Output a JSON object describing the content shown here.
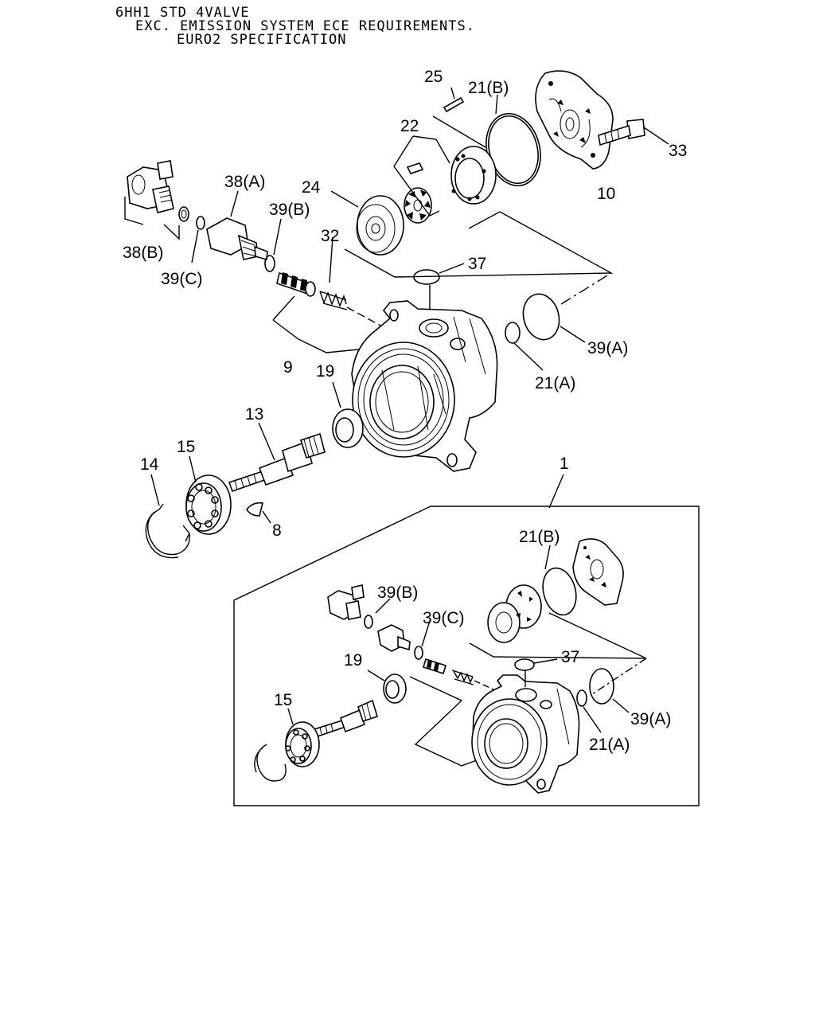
{
  "header": {
    "line1": "6HH1 STD 4VALVE",
    "line2": "EXC. EMISSION SYSTEM ECE REQUIREMENTS.",
    "line3": "EURO2 SPECIFICATION"
  },
  "callouts": {
    "p25": "25",
    "p21b_top": "21(B)",
    "p22": "22",
    "p33": "33",
    "p10": "10",
    "p38a": "38(A)",
    "p24": "24",
    "p39b_top": "39(B)",
    "p32": "32",
    "p38b": "38(B)",
    "p39c_top": "39(C)",
    "p37_top": "37",
    "p39a_top": "39(A)",
    "p21a_top": "21(A)",
    "p9": "9",
    "p19_top": "19",
    "p13": "13",
    "p15_top": "15",
    "p14": "14",
    "p8": "8",
    "p1": "1",
    "p21b_kit": "21(B)",
    "p39b_kit": "39(B)",
    "p39c_kit": "39(C)",
    "p37_kit": "37",
    "p19_kit": "19",
    "p15_kit": "15",
    "p39a_kit": "39(A)",
    "p21a_kit": "21(A)"
  }
}
